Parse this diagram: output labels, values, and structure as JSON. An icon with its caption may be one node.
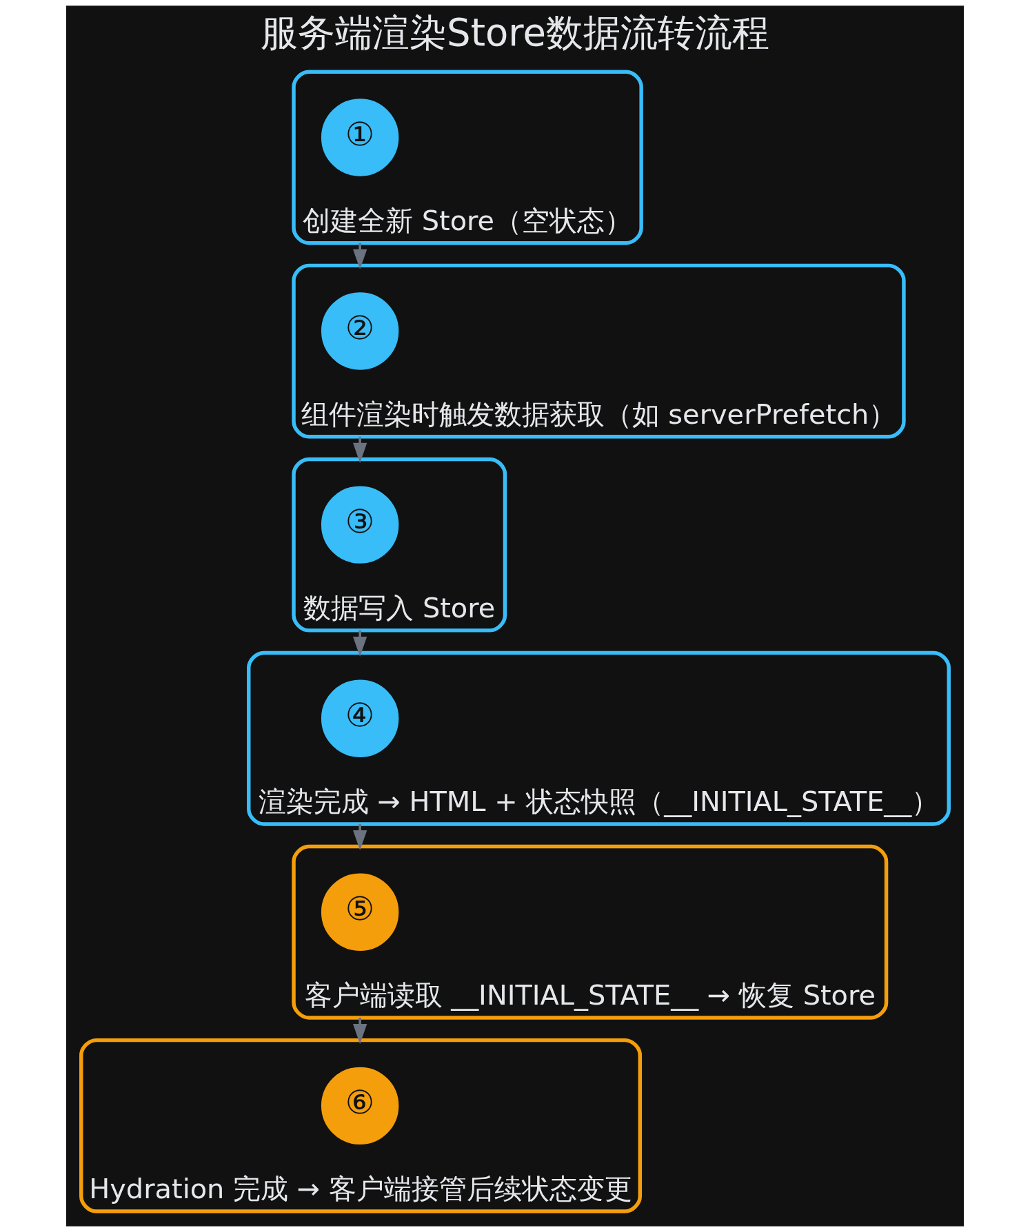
{
  "diagram": {
    "title": "服务端渲染Store数据流转流程",
    "nodes": [
      {
        "text": [
          "创建全新 Store（空状态）"
        ]
      },
      {
        "text": [
          "①"
        ],
        "in": 0
      },
      {
        "text": [
          "组件渲染时触发数据获取（如 serverPrefetch）"
        ]
      },
      {
        "text": [
          "②"
        ],
        "in": 2
      },
      {
        "text": [
          "数据写入 Store"
        ]
      },
      {
        "text": [
          "③"
        ],
        "in": 4
      },
      {
        "text": [
          "渲染完成 → HTML + 状态快照（__INITIAL_STATE__）"
        ]
      },
      {
        "text": [
          "④"
        ],
        "in": 6
      },
      {
        "text": [
          "客户端读取 __INITIAL_STATE__ → 恢复 Store"
        ]
      },
      {
        "text": [
          "⑤"
        ],
        "in": 8
      },
      {
        "text": [
          "Hydration 完成 → 客户端接管后续状态变更"
        ]
      },
      {
        "text": [
          "⑥"
        ],
        "in": 10
      }
    ],
    "edges": [
      {
        "from": 0,
        "to": 2,
        "arrow": "to"
      },
      {
        "from": 2,
        "to": 4,
        "arrow": "to"
      },
      {
        "from": 4,
        "to": 6,
        "arrow": "to"
      },
      {
        "from": 6,
        "to": 8,
        "arrow": "to"
      },
      {
        "from": 8,
        "to": 10,
        "arrow": "to"
      }
    ]
  }
}
